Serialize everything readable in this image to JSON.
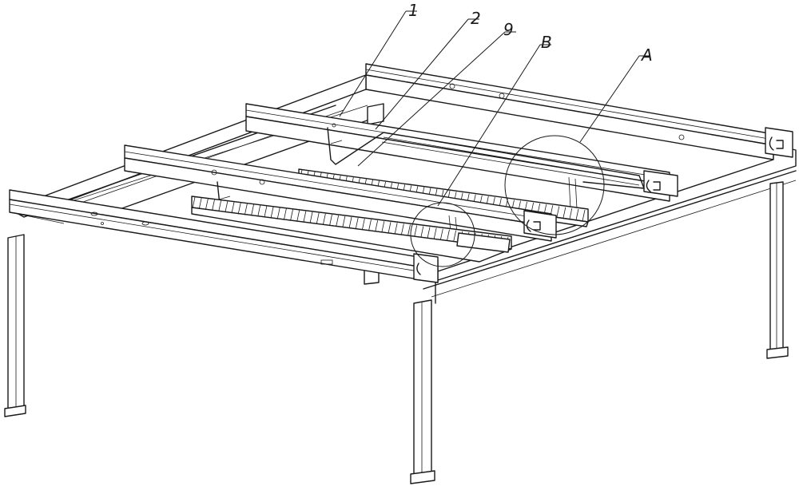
{
  "figure": {
    "callouts": [
      {
        "id": "part-1",
        "label": "1"
      },
      {
        "id": "part-2",
        "label": "2"
      },
      {
        "id": "part-9",
        "label": "9"
      },
      {
        "id": "detail-b",
        "label": "B"
      },
      {
        "id": "detail-a",
        "label": "A"
      }
    ]
  }
}
